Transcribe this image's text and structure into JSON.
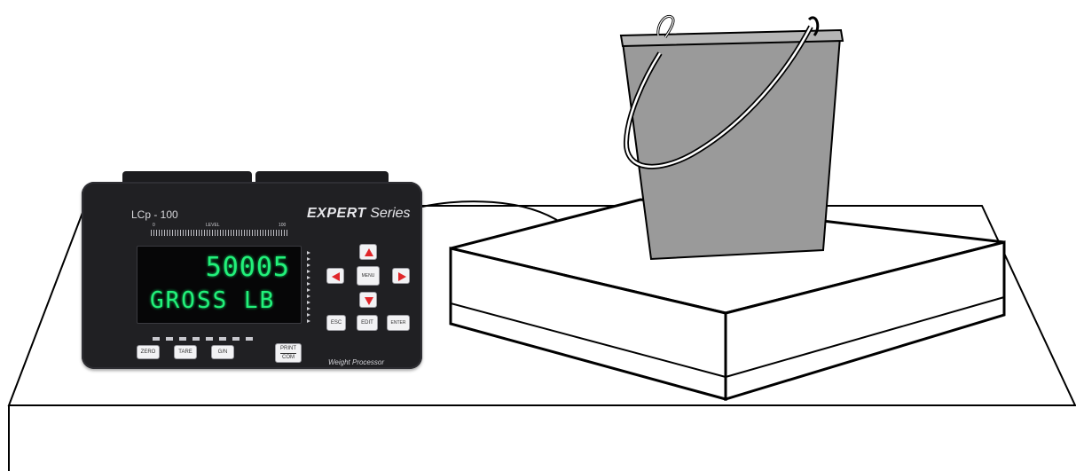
{
  "indicator": {
    "model": "LCp - 100",
    "series_brand": "EXPERT",
    "series_word": "Series",
    "level_label": "LEVEL",
    "level_min": "0",
    "level_max": "100",
    "display_weight": "50005",
    "display_mode": "GROSS LB",
    "footer_label": "Weight Processor",
    "keys": {
      "zero": "ZERO",
      "tare": "TARE",
      "gross_net": "G/N",
      "print": "PRINT",
      "com": "COM",
      "menu": "MENU",
      "esc": "ESC",
      "edit": "EDIT",
      "enter": "ENTER"
    },
    "arrow_color": "#e0262a",
    "display_color": "#22f07a"
  },
  "scene": {
    "line_color": "#000000",
    "bucket_color": "#9a9a9a"
  }
}
